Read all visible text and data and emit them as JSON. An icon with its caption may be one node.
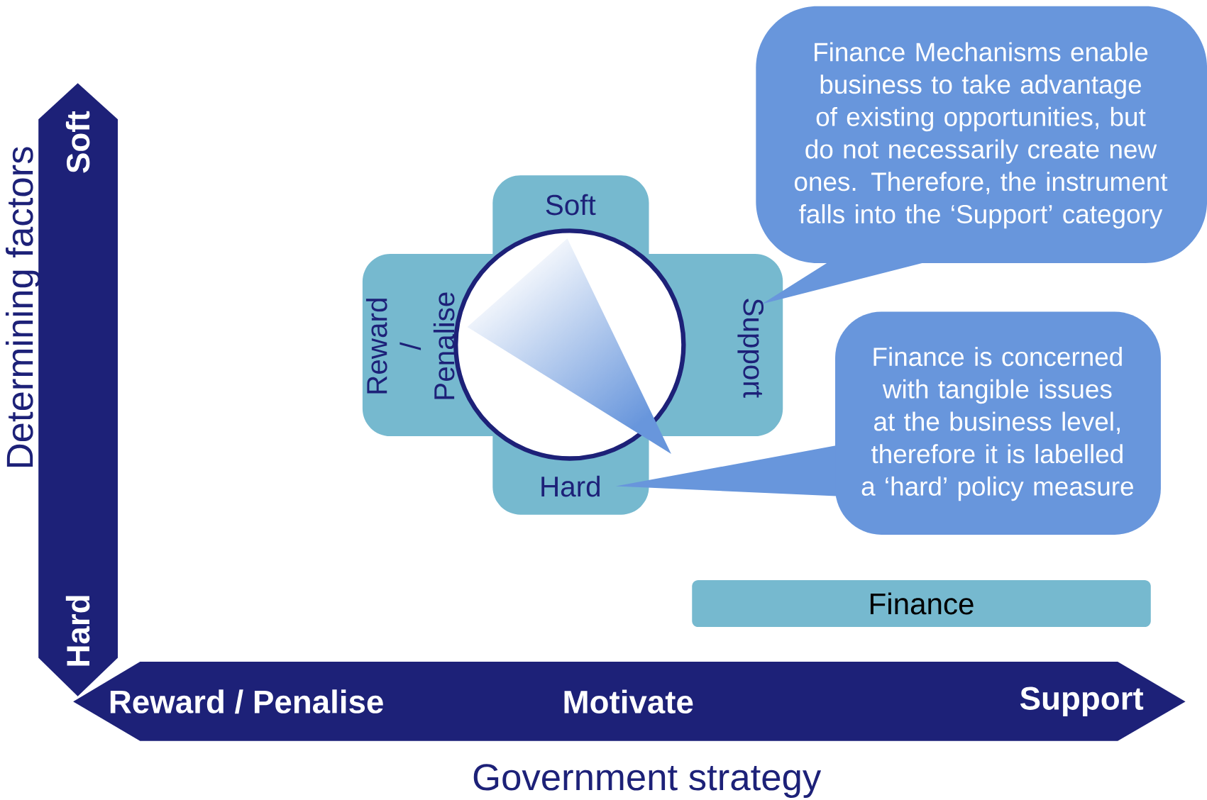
{
  "diagram": {
    "nodes": [
      {
        "text": [
          "Soft",
          "Hard"
        ]
      },
      {
        "text": [
          "Reward / Penalise",
          "Motivate",
          "Support"
        ]
      },
      {
        "text": [
          "Soft",
          "Reward / Penalise",
          "Support",
          "Hard"
        ]
      },
      {
        "text": [],
        "shape": "circle",
        "in": 2
      },
      {
        "text": [
          "Finance Mechanisms enable business to take advantage of existing opportunities, but do not necessarily create new ones. Therefore, the instrument falls into the ‘Support’ category"
        ]
      },
      {
        "text": [
          "Finance is concerned with tangible issues at the business level, therefore it is labelled a ‘hard’ policy measure"
        ]
      },
      {
        "text": [
          "Finance"
        ]
      }
    ],
    "labels": [
      "Determining factors",
      "Government strategy"
    ]
  }
}
